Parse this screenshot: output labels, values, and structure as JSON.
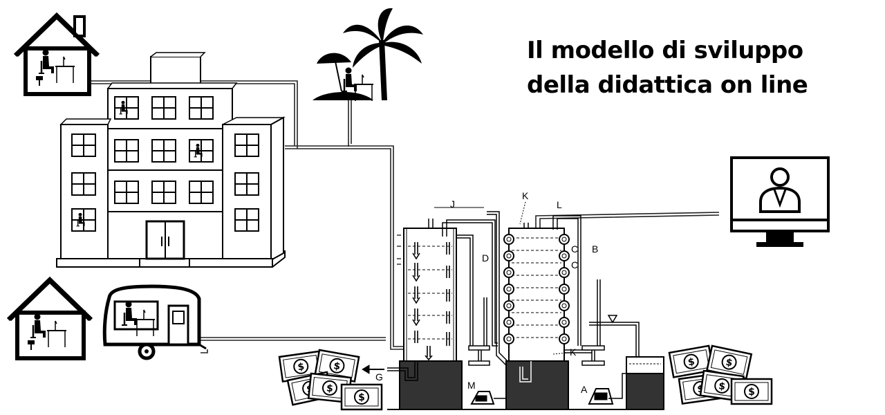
{
  "title": {
    "line1": "Il modello di sviluppo",
    "line2": "della didattica on line"
  },
  "apparatus_labels": {
    "j": "J",
    "k_top": "K",
    "l": "L",
    "d": "D",
    "b": "B",
    "c1": "C",
    "c2": "C",
    "k_bottom": "K",
    "g": "G",
    "m": "M",
    "a": "A"
  },
  "icons": {
    "home_top": "house-with-desk-worker-icon",
    "home_bottom": "house-with-desk-worker-icon",
    "beach": "palm-tree-beach-worker-icon",
    "caravan": "caravan-worker-icon",
    "monitor": "monitor-user-icon",
    "money_left": "dollar-bills-pile-icon",
    "money_right": "dollar-bills-pile-icon"
  },
  "colors": {
    "ink": "#000000",
    "pipe": "#222222",
    "tank": "#333333",
    "background": "#ffffff"
  }
}
